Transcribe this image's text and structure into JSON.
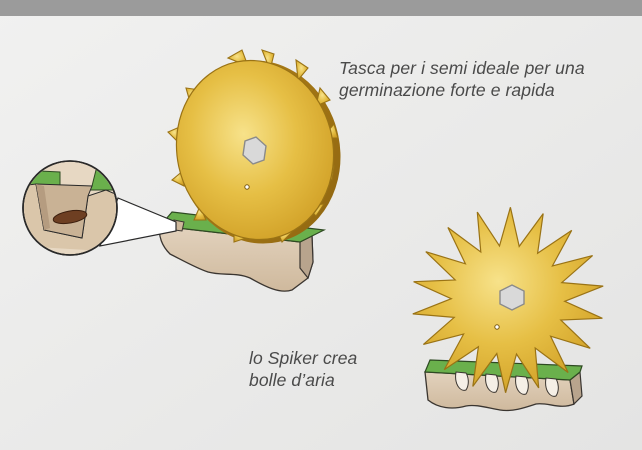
{
  "captions": {
    "seed_pocket": {
      "line1": "Tasca per i semi ideale per una",
      "line2": "germinazione forte e rapida"
    },
    "air_bubbles": {
      "line1": "lo Spiker crea",
      "line2": "bolle d’aria"
    }
  },
  "colors": {
    "background": "#ebebea",
    "wheel_gold": "#e2b83a",
    "grass": "#6ab04c",
    "soil": "#d9c6ad",
    "soil_shadow": "#a08d7a",
    "outline": "#222222"
  }
}
